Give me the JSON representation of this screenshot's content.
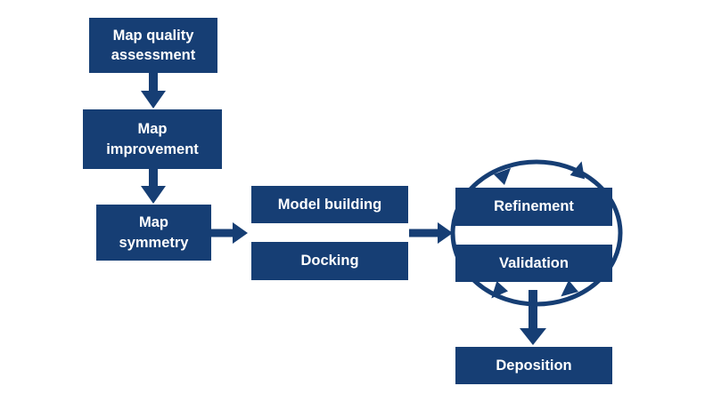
{
  "diagram": {
    "background_color": "#ffffff",
    "accent_color": "#163e74",
    "text_color": "#ffffff",
    "nodes": {
      "map_quality": "Map quality assessment",
      "map_improvement": "Map improvement",
      "map_symmetry": "Map symmetry",
      "model_building": "Model building",
      "docking": "Docking",
      "refinement": "Refinement",
      "validation": "Validation",
      "deposition": "Deposition"
    },
    "edges": [
      {
        "from": "Map quality assessment",
        "to": "Map improvement",
        "type": "block-arrow-down"
      },
      {
        "from": "Map improvement",
        "to": "Map symmetry",
        "type": "block-arrow-down"
      },
      {
        "from": "Map symmetry",
        "to": "Model building / Docking",
        "type": "block-arrow-right"
      },
      {
        "from": "Model building / Docking",
        "to": "Refinement / Validation",
        "type": "block-arrow-right"
      },
      {
        "from": "Refinement",
        "to": "Validation",
        "type": "iterative-cycle-circle"
      },
      {
        "from": "Refinement / Validation cycle",
        "to": "Deposition",
        "type": "block-arrow-down"
      }
    ]
  }
}
